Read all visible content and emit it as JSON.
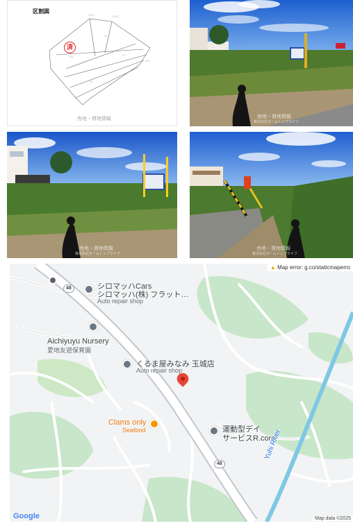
{
  "photos": {
    "plan_title": "区割図",
    "plan_sold_mark": "済",
    "watermark": "売地・貸地情報",
    "watermark_small": "株式会社ホームトップライフ"
  },
  "map": {
    "error_text": "Map error: g.co/staticmaperro",
    "poi": [
      {
        "name": "シロマッハCars",
        "line2": "シロマッハ(株) フラット…",
        "sub": "Auto repair shop"
      },
      {
        "name": "Aichiyuyu Nursery",
        "line2": "愛地友遊保育園"
      },
      {
        "name": "くるま屋みなみ 玉城店",
        "sub": "Auto repair shop"
      },
      {
        "name": "Clams only",
        "sub": "Seafood"
      },
      {
        "name": "運動型デイ",
        "line2": "サービスR.core"
      }
    ],
    "river_label": "Yuhi River",
    "route_number": "48",
    "route_number_2": "48",
    "google_logo": "Google",
    "attribution": "Map data ©2025"
  }
}
